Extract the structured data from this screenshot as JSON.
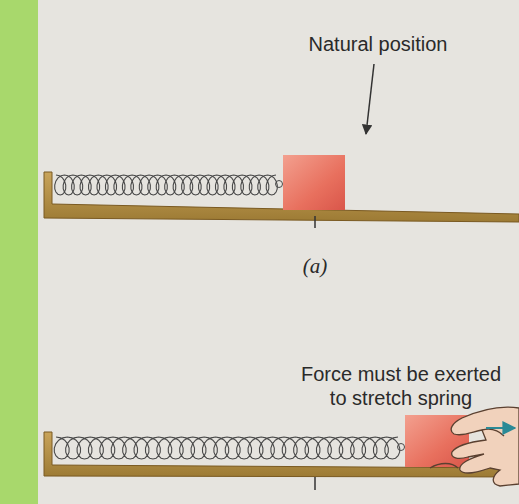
{
  "diagram": {
    "labels": [
      "Natural position",
      "(a)",
      "Force must be exerted to stretch spring"
    ]
  }
}
